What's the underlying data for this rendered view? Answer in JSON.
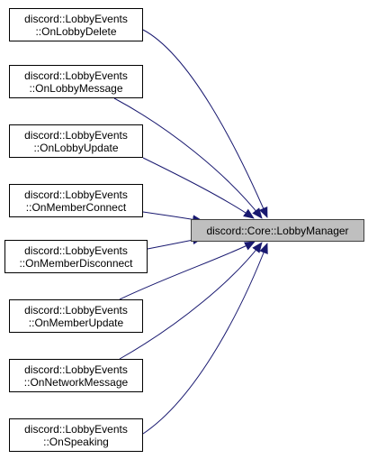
{
  "colors": {
    "edge": "#191970",
    "node_border": "#000000",
    "target_fill": "#bfbfbf"
  },
  "target": {
    "label": "discord::Core::LobbyManager"
  },
  "callers": [
    {
      "line1": "discord::LobbyEvents",
      "line2": "::OnLobbyDelete"
    },
    {
      "line1": "discord::LobbyEvents",
      "line2": "::OnLobbyMessage"
    },
    {
      "line1": "discord::LobbyEvents",
      "line2": "::OnLobbyUpdate"
    },
    {
      "line1": "discord::LobbyEvents",
      "line2": "::OnMemberConnect"
    },
    {
      "line1": "discord::LobbyEvents",
      "line2": "::OnMemberDisconnect"
    },
    {
      "line1": "discord::LobbyEvents",
      "line2": "::OnMemberUpdate"
    },
    {
      "line1": "discord::LobbyEvents",
      "line2": "::OnNetworkMessage"
    },
    {
      "line1": "discord::LobbyEvents",
      "line2": "::OnSpeaking"
    }
  ]
}
